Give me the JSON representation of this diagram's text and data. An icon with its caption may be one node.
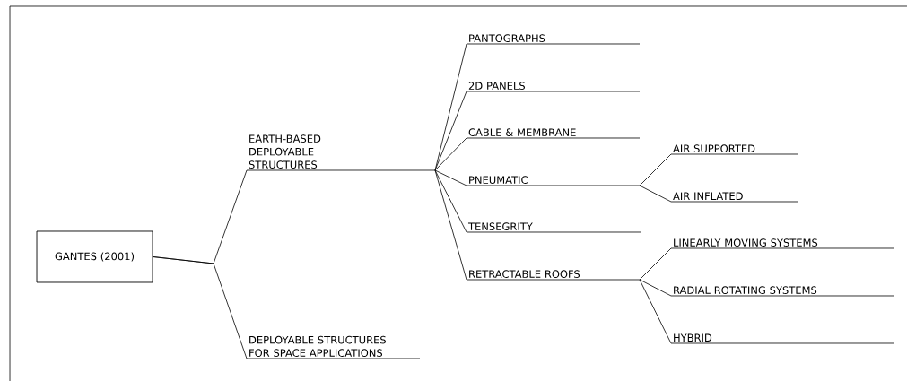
{
  "diagram": {
    "nodes": [
      {
        "text": [
          "GANTES (2001)"
        ]
      },
      {
        "text": [
          "EARTH-BASED DEPLOYABLE STRUCTURES"
        ]
      },
      {
        "text": [
          "DEPLOYABLE STRUCTURES FOR SPACE APPLICATIONS"
        ]
      },
      {
        "text": [
          "PANTOGRAPHS"
        ]
      },
      {
        "text": [
          "2D PANELS"
        ]
      },
      {
        "text": [
          "CABLE & MEMBRANE"
        ]
      },
      {
        "text": [
          "PNEUMATIC"
        ]
      },
      {
        "text": [
          "TENSEGRITY"
        ]
      },
      {
        "text": [
          "RETRACTABLE ROOFS"
        ]
      },
      {
        "text": [
          "AIR SUPPORTED"
        ]
      },
      {
        "text": [
          "AIR INFLATED"
        ]
      },
      {
        "text": [
          "LINEARLY MOVING SYSTEMS"
        ]
      },
      {
        "text": [
          "RADIAL ROTATING SYSTEMS"
        ]
      },
      {
        "text": [
          "HYBRID"
        ]
      }
    ],
    "edges": [
      {
        "from": 0,
        "to": 1,
        "arrow": "none"
      },
      {
        "from": 0,
        "to": 2,
        "arrow": "none"
      },
      {
        "from": 1,
        "to": 3,
        "arrow": "none"
      },
      {
        "from": 1,
        "to": 4,
        "arrow": "none"
      },
      {
        "from": 1,
        "to": 5,
        "arrow": "none"
      },
      {
        "from": 1,
        "to": 6,
        "arrow": "none"
      },
      {
        "from": 1,
        "to": 7,
        "arrow": "none"
      },
      {
        "from": 1,
        "to": 8,
        "arrow": "none"
      },
      {
        "from": 6,
        "to": 9,
        "arrow": "none"
      },
      {
        "from": 6,
        "to": 10,
        "arrow": "none"
      },
      {
        "from": 8,
        "to": 11,
        "arrow": "none"
      },
      {
        "from": 8,
        "to": 12,
        "arrow": "none"
      },
      {
        "from": 8,
        "to": 13,
        "arrow": "none"
      }
    ]
  }
}
